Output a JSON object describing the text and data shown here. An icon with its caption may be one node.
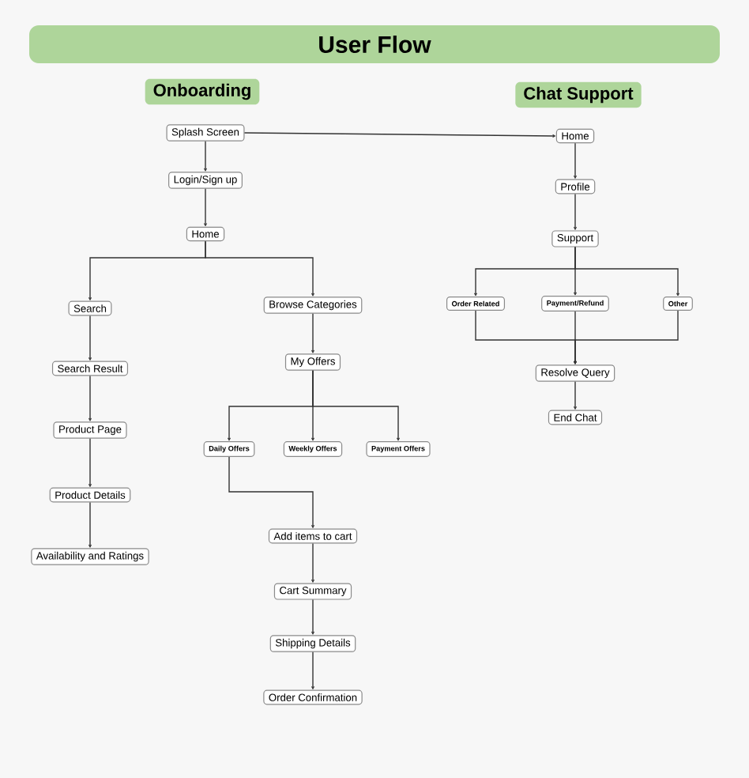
{
  "diagram": {
    "title": "User Flow",
    "nodes": [
      {
        "text": [
          "Onboarding"
        ]
      },
      {
        "text": [
          "Chat Support"
        ]
      },
      {
        "text": [
          "Splash Screen"
        ]
      },
      {
        "text": [
          "Login/Sign up"
        ]
      },
      {
        "text": [
          "Home"
        ]
      },
      {
        "text": [
          "Search"
        ]
      },
      {
        "text": [
          "Browse Categories"
        ]
      },
      {
        "text": [
          "Search Result"
        ]
      },
      {
        "text": [
          "My Offers"
        ]
      },
      {
        "text": [
          "Product Page"
        ]
      },
      {
        "text": [
          "Daily Offers"
        ]
      },
      {
        "text": [
          "Weekly Offers"
        ]
      },
      {
        "text": [
          "Payment Offers"
        ]
      },
      {
        "text": [
          "Product Details"
        ]
      },
      {
        "text": [
          "Availability and Ratings"
        ]
      },
      {
        "text": [
          "Add items to cart"
        ]
      },
      {
        "text": [
          "Cart Summary"
        ]
      },
      {
        "text": [
          "Shipping Details"
        ]
      },
      {
        "text": [
          "Order Confirmation"
        ]
      },
      {
        "text": [
          "Home"
        ]
      },
      {
        "text": [
          "Profile"
        ]
      },
      {
        "text": [
          "Support"
        ]
      },
      {
        "text": [
          "Order Related"
        ]
      },
      {
        "text": [
          "Payment/Refund"
        ]
      },
      {
        "text": [
          "Other"
        ]
      },
      {
        "text": [
          "Resolve Query"
        ]
      },
      {
        "text": [
          "End Chat"
        ]
      }
    ],
    "edges": [
      {
        "from": 2,
        "to": 3,
        "arrow": "to"
      },
      {
        "from": 3,
        "to": 4,
        "arrow": "to"
      },
      {
        "from": 4,
        "to": 5,
        "arrow": "to"
      },
      {
        "from": 4,
        "to": 6,
        "arrow": "to"
      },
      {
        "from": 5,
        "to": 7,
        "arrow": "to"
      },
      {
        "from": 7,
        "to": 9,
        "arrow": "to"
      },
      {
        "from": 9,
        "to": 13,
        "arrow": "to"
      },
      {
        "from": 13,
        "to": 14,
        "arrow": "to"
      },
      {
        "from": 6,
        "to": 8,
        "arrow": "to"
      },
      {
        "from": 8,
        "to": 10,
        "arrow": "to"
      },
      {
        "from": 8,
        "to": 11,
        "arrow": "to"
      },
      {
        "from": 8,
        "to": 12,
        "arrow": "to"
      },
      {
        "from": 10,
        "to": 15,
        "arrow": "to"
      },
      {
        "from": 15,
        "to": 16,
        "arrow": "to"
      },
      {
        "from": 16,
        "to": 17,
        "arrow": "to"
      },
      {
        "from": 17,
        "to": 18,
        "arrow": "to"
      },
      {
        "from": 2,
        "to": 19,
        "arrow": "to"
      },
      {
        "from": 19,
        "to": 20,
        "arrow": "to"
      },
      {
        "from": 20,
        "to": 21,
        "arrow": "to"
      },
      {
        "from": 21,
        "to": 22,
        "arrow": "to"
      },
      {
        "from": 21,
        "to": 23,
        "arrow": "to"
      },
      {
        "from": 21,
        "to": 24,
        "arrow": "to"
      },
      {
        "from": 22,
        "to": 25,
        "arrow": "to"
      },
      {
        "from": 23,
        "to": 25,
        "arrow": "to"
      },
      {
        "from": 24,
        "to": 25,
        "arrow": "to"
      },
      {
        "from": 25,
        "to": 26,
        "arrow": "to"
      }
    ]
  }
}
